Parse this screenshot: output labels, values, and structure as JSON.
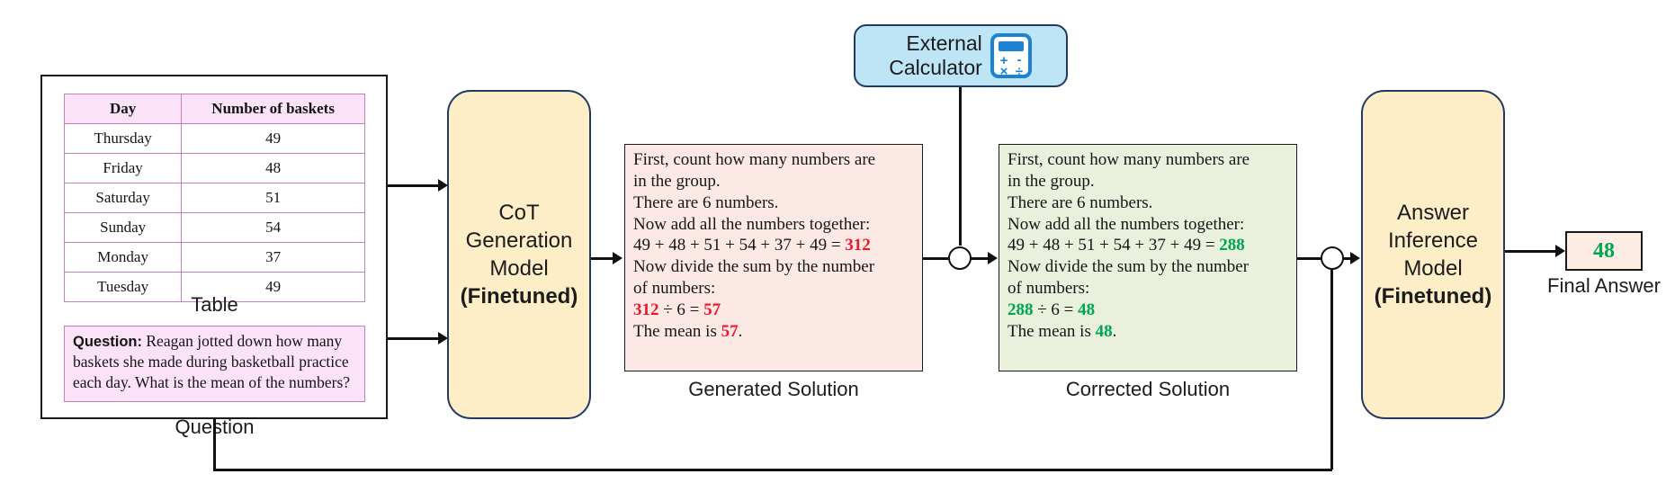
{
  "diagram": {
    "title": "CoT generation with external calculator correction pipeline"
  },
  "input_panel": {
    "table": {
      "caption": "Table",
      "columns": [
        "Day",
        "Number of baskets"
      ],
      "rows": [
        [
          "Thursday",
          "49"
        ],
        [
          "Friday",
          "48"
        ],
        [
          "Saturday",
          "51"
        ],
        [
          "Sunday",
          "54"
        ],
        [
          "Monday",
          "37"
        ],
        [
          "Tuesday",
          "49"
        ]
      ]
    },
    "question": {
      "caption": "Question",
      "label": "Question:",
      "text": " Reagan jotted down how many baskets she made during basketball practice each day. What is the mean of the numbers?"
    }
  },
  "cot_model": {
    "line1": "CoT",
    "line2": "Generation",
    "line3": "Model",
    "line4": "(Finetuned)"
  },
  "answer_model": {
    "line1": "Answer",
    "line2": "Inference",
    "line3": "Model",
    "line4": "(Finetuned)"
  },
  "calculator": {
    "label": "External\nCalculator",
    "icon": "calculator-icon",
    "icon_symbols": [
      "+",
      "-",
      "×",
      "÷"
    ]
  },
  "generated_solution": {
    "caption": "Generated Solution",
    "lines": [
      "First, count how many numbers are",
      "in the group.",
      "There are 6 numbers.",
      "Now add all the numbers together:",
      "49 + 48 + 51 + 54 + 37 + 49 = ",
      "Now divide the sum by the number",
      "of numbers:",
      "÷ 6 = ",
      "The mean is "
    ],
    "sum": "312",
    "quotient": "57",
    "mean_sentence_tail": "."
  },
  "corrected_solution": {
    "caption": "Corrected Solution",
    "lines": [
      "First, count how many numbers are",
      "in the group.",
      "There are 6 numbers.",
      "Now add all the numbers together:",
      "49 + 48 + 51 + 54 + 37 + 49 = ",
      "Now divide the sum by the number",
      "of numbers:",
      "÷ 6 = ",
      "The mean is "
    ],
    "sum": "288",
    "quotient": "48",
    "mean_sentence_tail": "."
  },
  "final_answer": {
    "value": "48",
    "caption": "Final Answer"
  },
  "colors": {
    "model_fill": "#fdeec8",
    "model_stroke": "#213a63",
    "calculator_fill": "#bde5f5",
    "table_header_fill": "#fbe2f7",
    "table_stroke": "#c47fc0",
    "generated_fill": "#fce9e5",
    "corrected_fill": "#e9f0dc",
    "error_red": "#e8192c",
    "correct_green": "#00a550",
    "final_answer_fill": "#fcece4"
  }
}
